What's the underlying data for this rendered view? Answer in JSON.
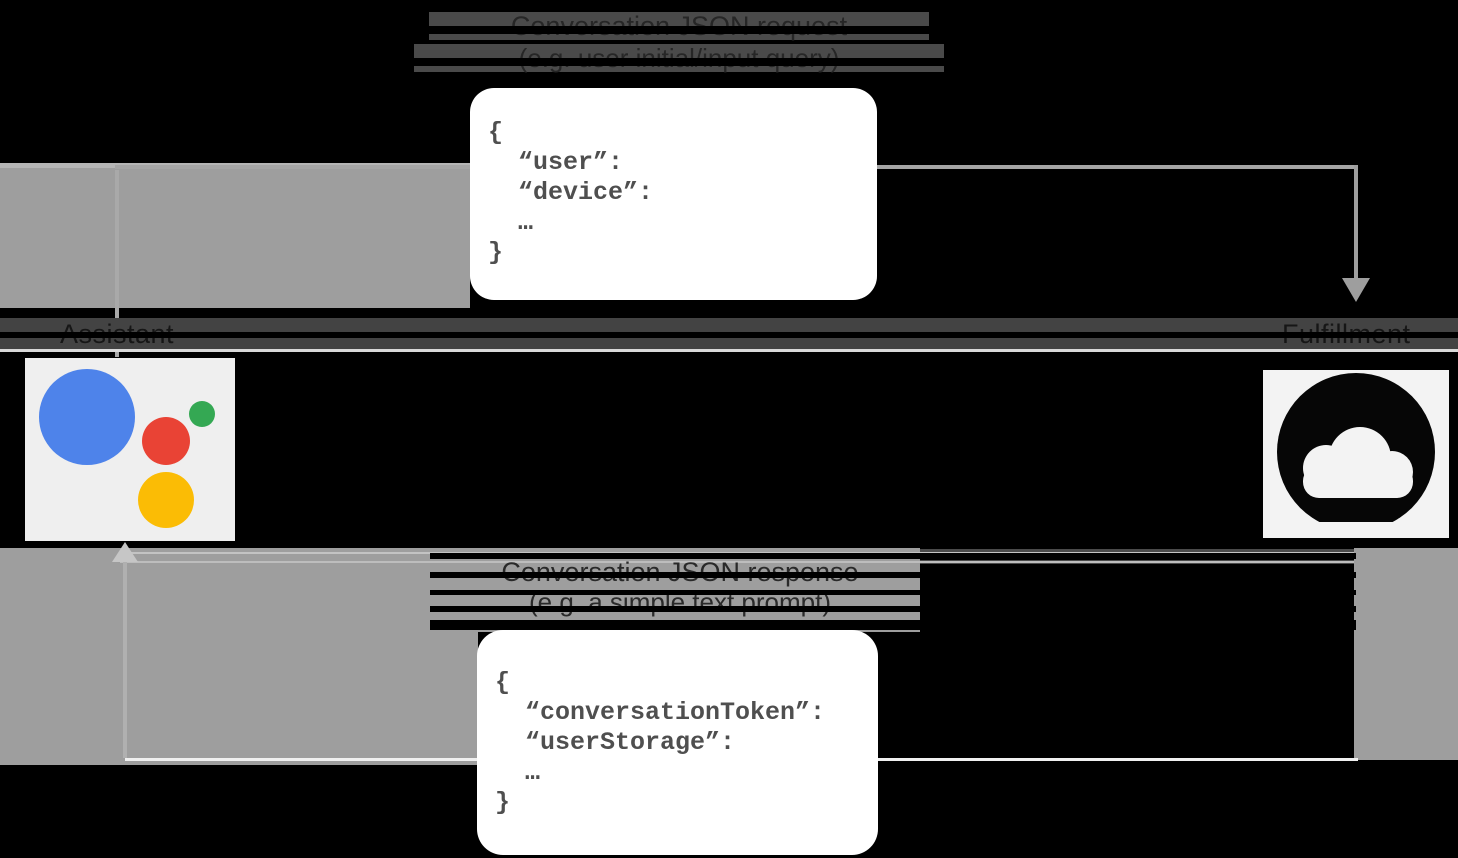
{
  "diagram": {
    "request": {
      "title": "Conversation JSON request",
      "subtitle": "(e.g. user initial/input query)",
      "payload": [
        "{",
        "  “user”:",
        "  “device”:",
        "  …",
        "}"
      ]
    },
    "response": {
      "title": "Conversation JSON response",
      "subtitle": "(e.g. a simple text prompt)",
      "payload": [
        "{",
        "  “conversationToken”:",
        "  “userStorage”:",
        "  …",
        "}"
      ]
    },
    "assistant": {
      "label": "Assistant"
    },
    "fulfillment": {
      "label": "Fulfillment"
    },
    "colors": {
      "background": "#000000",
      "panel_gray": "#9e9e9e",
      "band_gray": "#434343",
      "box_white": "#ffffff",
      "assistant_blue": "#4e83ea",
      "assistant_red": "#e94335",
      "assistant_green": "#34a853",
      "assistant_yellow": "#fbbc05",
      "cloud_black": "#060606"
    }
  }
}
